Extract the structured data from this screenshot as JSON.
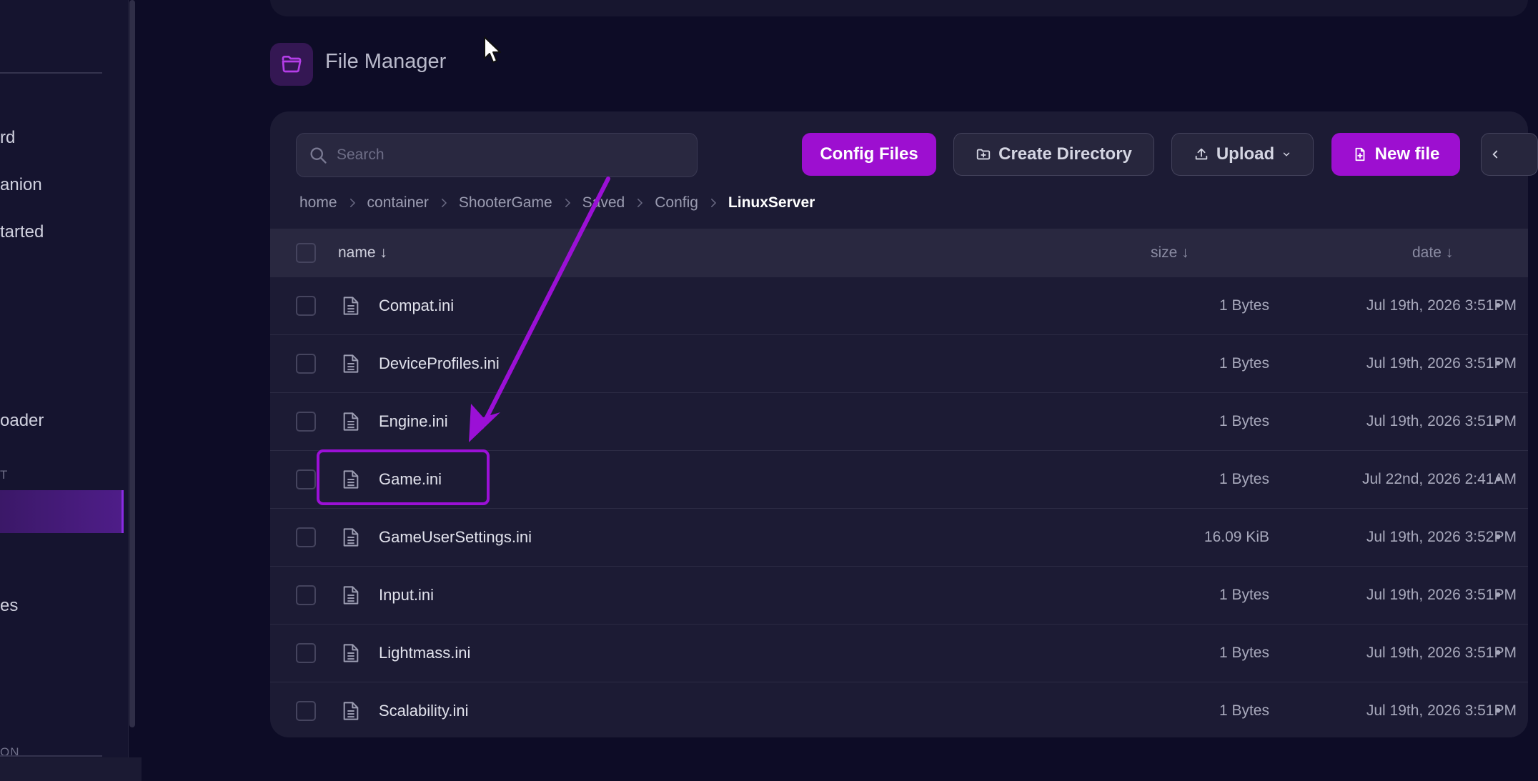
{
  "sidebar": {
    "items": [
      {
        "label": "rd",
        "top": 0
      },
      {
        "label": "anion"
      },
      {
        "label": "tarted"
      },
      {
        "label": "oader"
      },
      {
        "label": "es"
      }
    ],
    "section_1": "T",
    "section_2": "ON"
  },
  "header": {
    "title": "File Manager"
  },
  "toolbar": {
    "search_placeholder": "Search",
    "config_files_label": "Config Files",
    "create_directory_label": "Create Directory",
    "upload_label": "Upload",
    "new_file_label": "New file"
  },
  "breadcrumb": [
    "home",
    "container",
    "ShooterGame",
    "Saved",
    "Config",
    "LinuxServer"
  ],
  "table": {
    "headers": {
      "name": "name ↓",
      "size": "size ↓",
      "date": "date ↓"
    },
    "rows": [
      {
        "name": "Compat.ini",
        "size": "1 Bytes",
        "date": "Jul 19th, 2026 3:51PM"
      },
      {
        "name": "DeviceProfiles.ini",
        "size": "1 Bytes",
        "date": "Jul 19th, 2026 3:51PM"
      },
      {
        "name": "Engine.ini",
        "size": "1 Bytes",
        "date": "Jul 19th, 2026 3:51PM"
      },
      {
        "name": "Game.ini",
        "size": "1 Bytes",
        "date": "Jul 22nd, 2026 2:41AM"
      },
      {
        "name": "GameUserSettings.ini",
        "size": "16.09 KiB",
        "date": "Jul 19th, 2026 3:52PM"
      },
      {
        "name": "Input.ini",
        "size": "1 Bytes",
        "date": "Jul 19th, 2026 3:51PM"
      },
      {
        "name": "Lightmass.ini",
        "size": "1 Bytes",
        "date": "Jul 19th, 2026 3:51PM"
      },
      {
        "name": "Scalability.ini",
        "size": "1 Bytes",
        "date": "Jul 19th, 2026 3:51PM"
      }
    ]
  },
  "colors": {
    "accent": "#9d0fd0",
    "annotation": "#9b10d6",
    "background": "#0d0c26"
  }
}
